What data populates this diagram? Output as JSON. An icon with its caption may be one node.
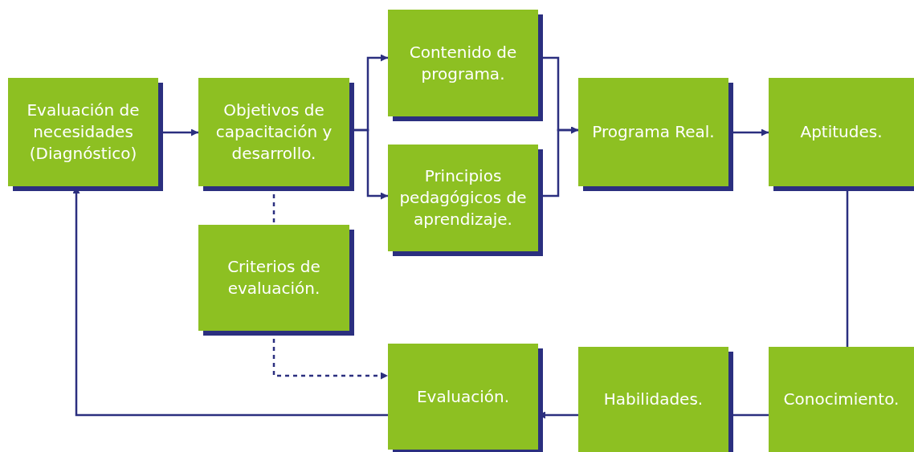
{
  "diagram": {
    "nodes": [
      {
        "text": [
          "Evaluación de necesidades (Diagnóstico)"
        ]
      },
      {
        "text": [
          "Objetivos de capacitación y desarrollo."
        ]
      },
      {
        "text": [
          "Contenido de programa."
        ]
      },
      {
        "text": [
          "Principios pedagógicos de aprendizaje."
        ]
      },
      {
        "text": [
          "Programa Real."
        ]
      },
      {
        "text": [
          "Aptitudes."
        ]
      },
      {
        "text": [
          "Criterios de evaluación."
        ]
      },
      {
        "text": [
          "Evaluación."
        ]
      },
      {
        "text": [
          "Habilidades."
        ]
      },
      {
        "text": [
          "Conocimiento."
        ]
      }
    ],
    "edges": [
      {
        "from": 0,
        "to": 1,
        "arrow": "to"
      },
      {
        "from": 1,
        "to": 2,
        "arrow": "to"
      },
      {
        "from": 1,
        "to": 3,
        "arrow": "to"
      },
      {
        "from": 2,
        "to": 4,
        "arrow": "to"
      },
      {
        "from": 3,
        "to": 4,
        "arrow": "to"
      },
      {
        "from": 4,
        "to": 5,
        "arrow": "to"
      },
      {
        "from": 5,
        "to": 9,
        "arrow": "none"
      },
      {
        "from": 9,
        "to": 8,
        "arrow": "none"
      },
      {
        "from": 8,
        "to": 7,
        "arrow": "to"
      },
      {
        "from": 7,
        "to": 0,
        "arrow": "to"
      },
      {
        "from": 1,
        "to": 6,
        "arrow": "none",
        "style": "dashed"
      },
      {
        "from": 6,
        "to": 7,
        "arrow": "to",
        "style": "dashed"
      }
    ]
  }
}
